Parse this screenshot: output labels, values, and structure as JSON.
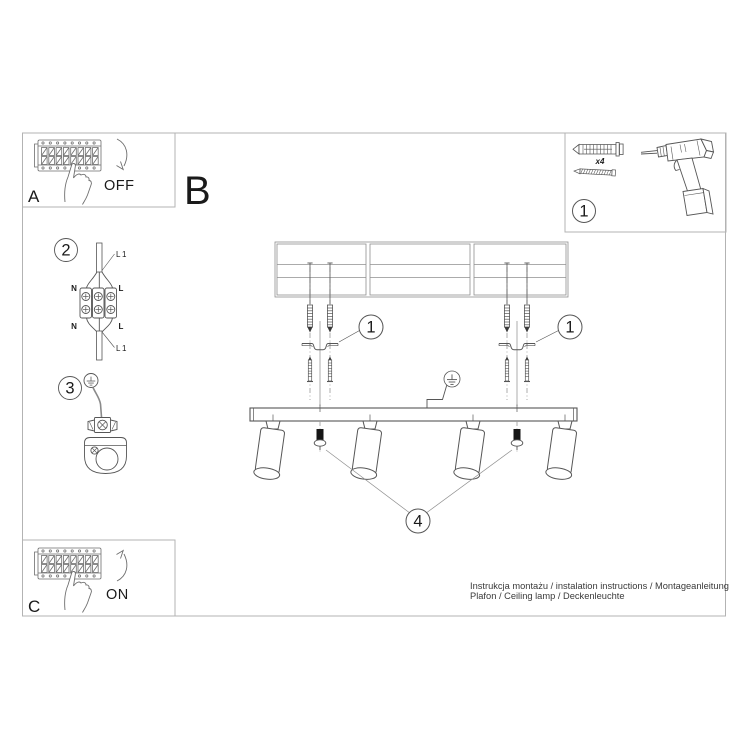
{
  "panel_a": {
    "label": "A",
    "state": "OFF"
  },
  "panel_c": {
    "label": "C",
    "state": "ON"
  },
  "section_b": {
    "label": "B"
  },
  "toolbox": {
    "callout": "1",
    "plug_quantity": "x4"
  },
  "wiring": {
    "callout": "2",
    "labels": {
      "l1_top": "L1",
      "l1_bottom": "L1",
      "n_top": "N",
      "l_top": "L",
      "n_bottom": "N",
      "l_bottom": "L"
    }
  },
  "ground_step": {
    "callout": "3"
  },
  "mounting": {
    "left_callout": "1",
    "right_callout": "1"
  },
  "fastening": {
    "callout": "4"
  },
  "footer": {
    "line1": "Instrukcja montażu / instalation instructions / Montageanleitung",
    "line2": "Plafon / Ceiling lamp / Deckenleuchte"
  },
  "icons": {
    "breaker_panel": "circuit-breaker-panel",
    "hand": "pointing-hand",
    "arrow_off": "curved-arrow-down",
    "arrow_on": "curved-arrow-up",
    "earth": "earth-ground-symbol",
    "drill": "cordless-drill",
    "wall_plug": "wall-plug",
    "screw": "mounting-screw",
    "bracket": "mounting-bracket"
  },
  "colors": {
    "line": "#565656",
    "frame": "#b3b3b3",
    "text": "#1a1a1a"
  }
}
